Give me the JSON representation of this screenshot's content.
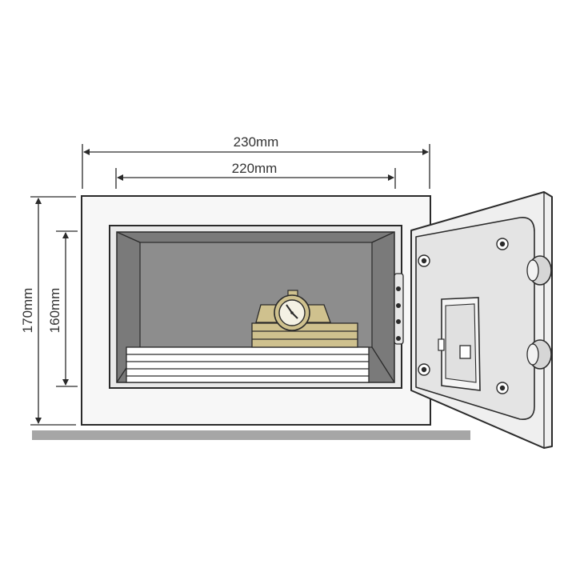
{
  "dimensions": {
    "outer_width": "230mm",
    "inner_width": "220mm",
    "outer_height": "170mm",
    "inner_height": "160mm"
  },
  "colors": {
    "line": "#2a2a2a",
    "body": "#f7f7f7",
    "interior": "#7a7a7a",
    "interior_light": "#a9a9a9",
    "floor": "#a6a6a6",
    "gold": "#cfc18e",
    "door_panel": "#e4e4e4"
  },
  "icons": {
    "watch": "watch-icon",
    "keypad": "keypad-icon"
  }
}
